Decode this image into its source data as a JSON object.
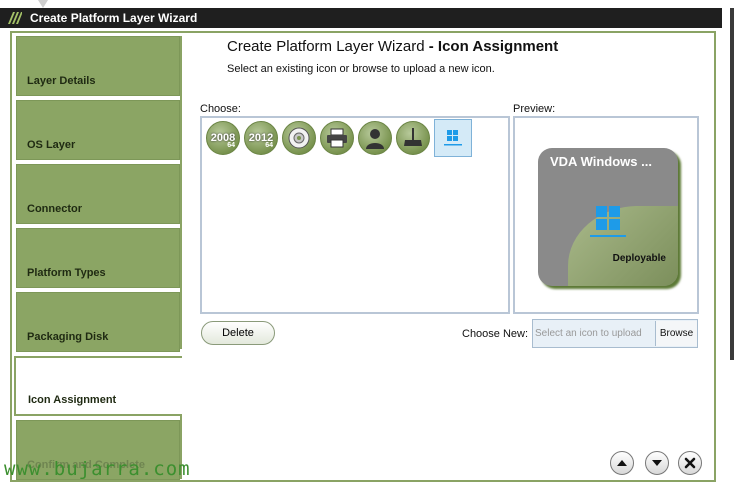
{
  "window": {
    "title": "Create Platform Layer Wizard"
  },
  "steps": [
    {
      "label": "Layer Details",
      "state": "done"
    },
    {
      "label": "OS Layer",
      "state": "done"
    },
    {
      "label": "Connector",
      "state": "done"
    },
    {
      "label": "Platform Types",
      "state": "done"
    },
    {
      "label": "Packaging Disk",
      "state": "done"
    },
    {
      "label": "Icon Assignment",
      "state": "active"
    },
    {
      "label": "Confirm and Complete",
      "state": "disabled"
    }
  ],
  "header": {
    "title_main": "Create Platform Layer Wizard",
    "title_step": "- Icon Assignment",
    "subtitle": "Select an existing icon or browse to upload a new icon."
  },
  "choose": {
    "label": "Choose:",
    "icons": [
      {
        "name": "windows-2008-icon",
        "text": "2008",
        "badge": "64"
      },
      {
        "name": "windows-2012-icon",
        "text": "2012",
        "badge": "64"
      },
      {
        "name": "disc-icon"
      },
      {
        "name": "printer-icon"
      },
      {
        "name": "user-icon"
      },
      {
        "name": "broom-icon"
      },
      {
        "name": "windows-server-icon",
        "selected": true
      }
    ]
  },
  "preview": {
    "label": "Preview:",
    "tile_name": "VDA Windows ...",
    "tile_status": "Deployable"
  },
  "actions": {
    "delete_label": "Delete",
    "choose_new_label": "Choose New:",
    "upload_placeholder": "Select an icon to upload",
    "browse_label": "Browse"
  },
  "watermark": "www.bujarra.com",
  "colors": {
    "accent_green": "#8ba564",
    "titlebar": "#1f1f1f",
    "selection_blue": "#d4eaf7",
    "windows_blue": "#1e9be8"
  }
}
